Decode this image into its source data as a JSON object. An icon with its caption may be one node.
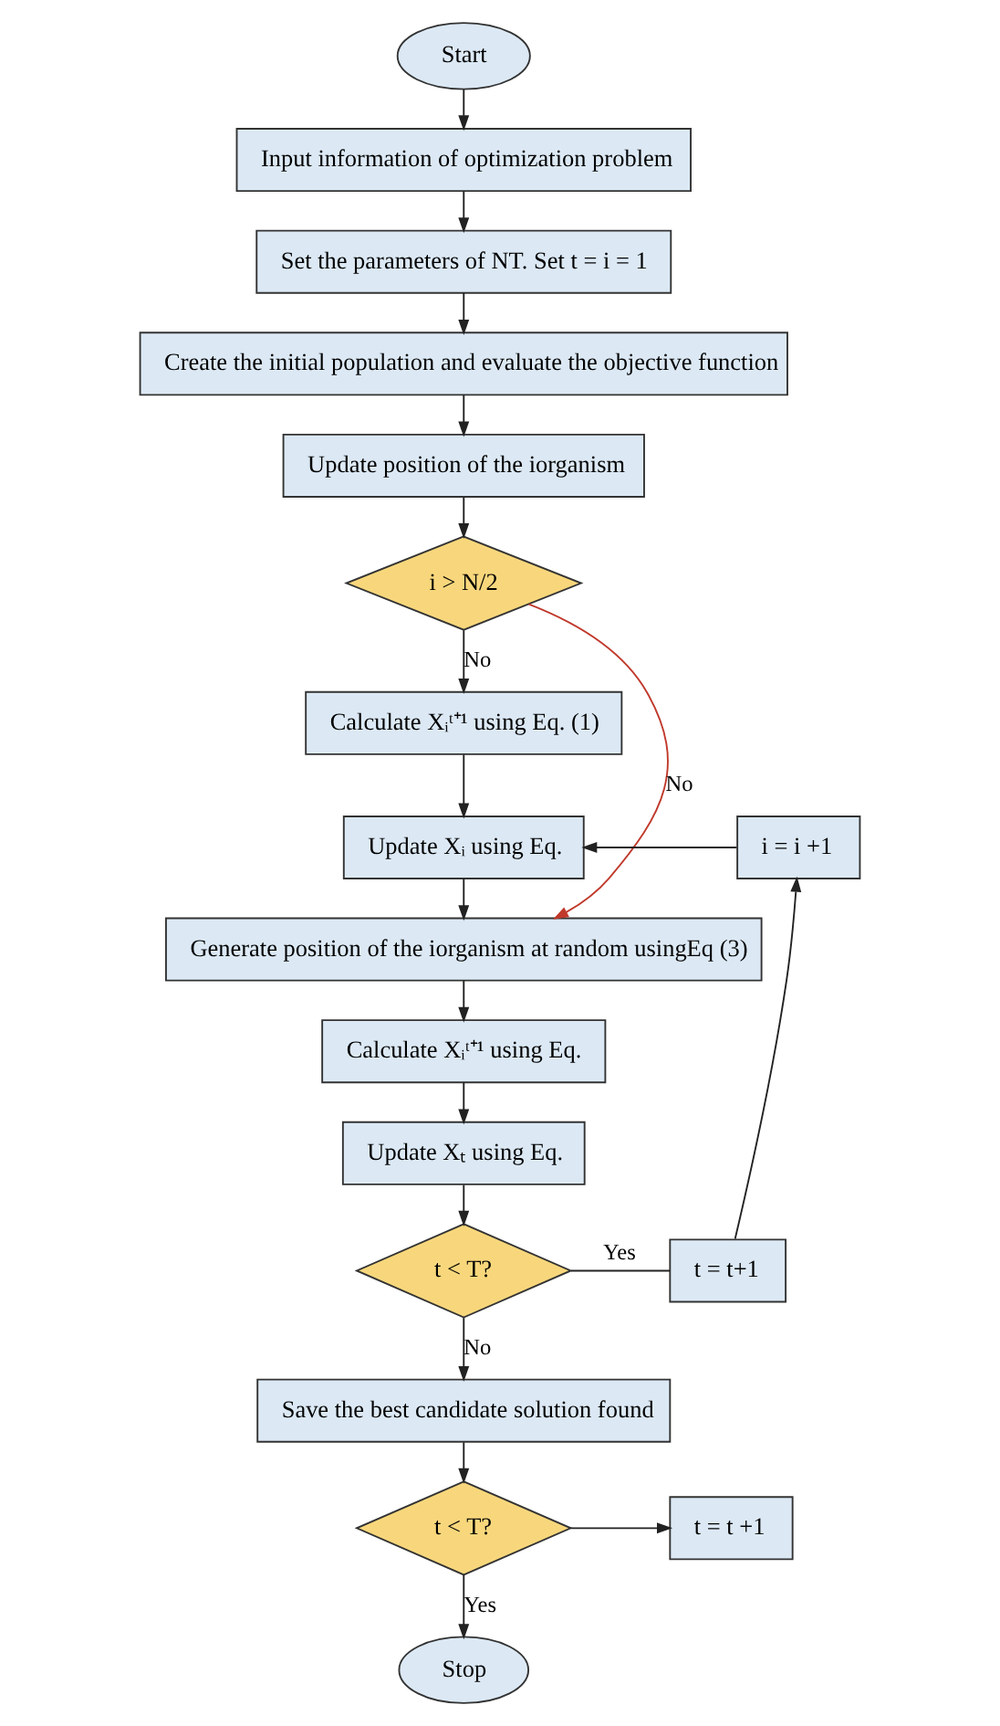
{
  "diagram": {
    "nodes": [
      {
        "text": [
          "Start"
        ]
      },
      {
        "text": [
          "Input information of optimization problem"
        ]
      },
      {
        "text": [
          "Set the parameters of NT. Set t = i = 1"
        ]
      },
      {
        "text": [
          "Create the initial population and evaluate the objective function"
        ]
      },
      {
        "text": [
          "Update position of the iorganism"
        ]
      },
      {
        "text": [
          "i > N/2"
        ]
      },
      {
        "text": [
          "Calculate Xᵢᵗ⁺¹ using Eq. (1)"
        ]
      },
      {
        "text": [
          "i = i +1"
        ]
      },
      {
        "text": [
          "Update Xᵢ using Eq."
        ]
      },
      {
        "text": [
          "Generate position of the iorganism at random usingEq (3)"
        ]
      },
      {
        "text": [
          "Calculate Xᵢᵗ⁺¹ using Eq."
        ]
      },
      {
        "text": [
          "Update Xₜ using Eq."
        ]
      },
      {
        "text": [
          "t = t+1"
        ]
      },
      {
        "text": [
          "t < T?"
        ]
      },
      {
        "text": [
          "Save the best candidate solution found"
        ]
      },
      {
        "text": [
          "t < T?"
        ]
      },
      {
        "text": [
          "t = t +1"
        ]
      },
      {
        "text": [
          "Stop"
        ]
      }
    ],
    "edges": [
      {
        "from": 0,
        "to": 1,
        "arrow": "to"
      },
      {
        "from": 1,
        "to": 2,
        "arrow": "to"
      },
      {
        "from": 2,
        "to": 3,
        "arrow": "to"
      },
      {
        "from": 3,
        "to": 4,
        "arrow": "to"
      },
      {
        "from": 4,
        "to": 5,
        "arrow": "to"
      },
      {
        "from": 5,
        "to": 6,
        "arrow": "to",
        "label": "No"
      },
      {
        "from": 5,
        "to": 9,
        "arrow": "to",
        "label": "No",
        "color": "#c0392b"
      },
      {
        "from": 6,
        "to": 8,
        "arrow": "to"
      },
      {
        "from": 7,
        "to": 8,
        "arrow": "to"
      },
      {
        "from": 8,
        "to": 9,
        "arrow": "to"
      },
      {
        "from": 9,
        "to": 10,
        "arrow": "to"
      },
      {
        "from": 10,
        "to": 11,
        "arrow": "to"
      },
      {
        "from": 11,
        "to": 13,
        "arrow": "to"
      },
      {
        "from": 13,
        "to": 12,
        "arrow": "none",
        "label": "Yes"
      },
      {
        "from": 12,
        "to": 7,
        "arrow": "to"
      },
      {
        "from": 13,
        "to": 14,
        "arrow": "to",
        "label": "No"
      },
      {
        "from": 14,
        "to": 15,
        "arrow": "to"
      },
      {
        "from": 15,
        "to": 16,
        "arrow": "to"
      },
      {
        "from": 15,
        "to": 17,
        "arrow": "to",
        "label": "Yes"
      }
    ]
  }
}
